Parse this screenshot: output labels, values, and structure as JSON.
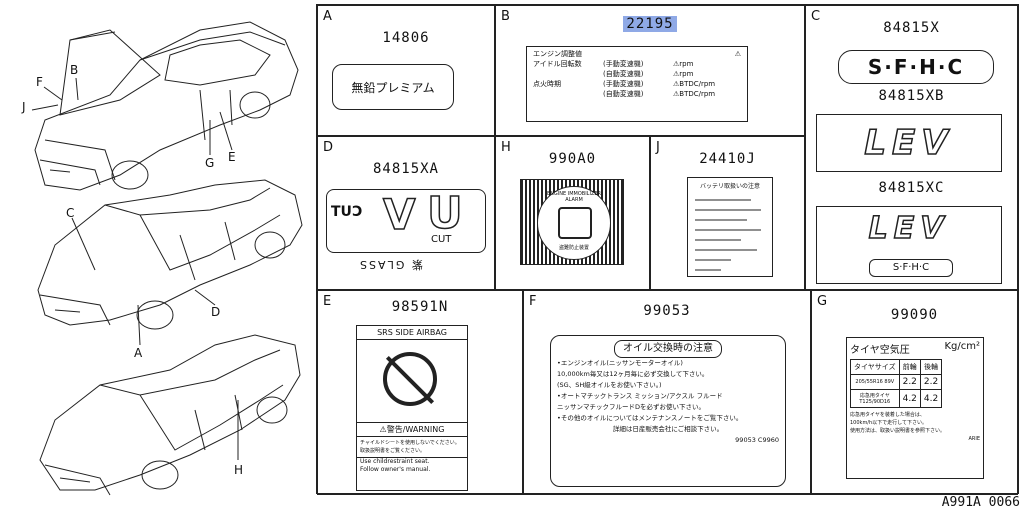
{
  "figure_code": "A991A 0066",
  "callouts": {
    "A": "A",
    "B": "B",
    "C": "C",
    "D": "D",
    "E": "E",
    "F": "F",
    "G": "G",
    "H": "H",
    "J": "J"
  },
  "highlight_color": "#8fa9e6",
  "panels": {
    "A": {
      "letter": "A",
      "part": "14806",
      "label": "無鉛プレミアム"
    },
    "B": {
      "letter": "B",
      "part": "22195",
      "title": "エンジン調整値",
      "warn": "⚠",
      "rows": [
        {
          "left": "アイドル回転数",
          "mode": "(手動変速機)",
          "value": "⚠rpm"
        },
        {
          "left": "",
          "mode": "(自動変速機)",
          "value": "⚠rpm"
        },
        {
          "left": "点火時期",
          "mode": "(手動変速機)",
          "value": "⚠BTDC/rpm"
        },
        {
          "left": "",
          "mode": "(自動変速機)",
          "value": "⚠BTDC/rpm"
        }
      ]
    },
    "C": {
      "letter": "C",
      "part1": "84815X",
      "part2": "84815XB",
      "part3": "84815XC",
      "sfhc": "S·F·H·C",
      "leV": "LEV",
      "sfhc_small": "S·F·H·C"
    },
    "D": {
      "letter": "D",
      "part": "84815XA",
      "uv": "U",
      "v": "V",
      "cut": "CUT",
      "glass": "GLASS",
      "kanji": "紫"
    },
    "H": {
      "letter": "H",
      "part": "990A0",
      "ring": "ENGINE IMMOBILIZER ALARM",
      "ring2": "盗難防止装置"
    },
    "J": {
      "letter": "J",
      "part": "24410J",
      "title": "バッテリ取扱いの注意"
    },
    "E": {
      "letter": "E",
      "part": "98591N",
      "title": "SRS SIDE AIRBAG",
      "warn": "⚠警告/WARNING",
      "jp1": "チャイルドシートを使用しないでください。",
      "jp2": "取扱説明書をご覧ください。",
      "en1": "Use childrestraint seat.",
      "en2": "Follow owner's manual."
    },
    "F": {
      "letter": "F",
      "part": "99053",
      "title": "オイル交換時の注意",
      "l1": "•エンジンオイル(ニッサンモーターオイル)",
      "l2": "10,000km毎又は12ヶ月毎に必ず交換して下さい。",
      "l3": "(SG、SH級オイルをお使い下さい。)",
      "l4a": "•オートマチックトランス",
      "l4b": "ミッション",
      "l4c": "アクスル",
      "l4d": "フルード",
      "l5": "ニッサンマチックフルードDを必ずお使い下さい。",
      "l6": "•その他のオイルについてはメンテナンスノートをご覧下さい。",
      "l7": "詳細は日産販売会社にご相談下さい。",
      "code": "99053 C9960"
    },
    "G": {
      "letter": "G",
      "part": "99090",
      "title": "タイヤ空気圧",
      "unit": "Kg/cm²",
      "h1": "タイヤサイズ",
      "h2": "前輪",
      "h3": "後輪",
      "r1": "205/55R16 89V",
      "r1f": "2.2",
      "r1r": "2.2",
      "r2a": "応急用タイヤ",
      "r2b": "T125/90D16",
      "r2f": "4.2",
      "r2r": "4.2",
      "n1": "応急用タイヤを装着した場合は、",
      "n2": "100km/h以下で走行して下さい。",
      "n3": "使用方法は、取扱い説明書を参照下さい。",
      "code": "ARIE"
    }
  }
}
